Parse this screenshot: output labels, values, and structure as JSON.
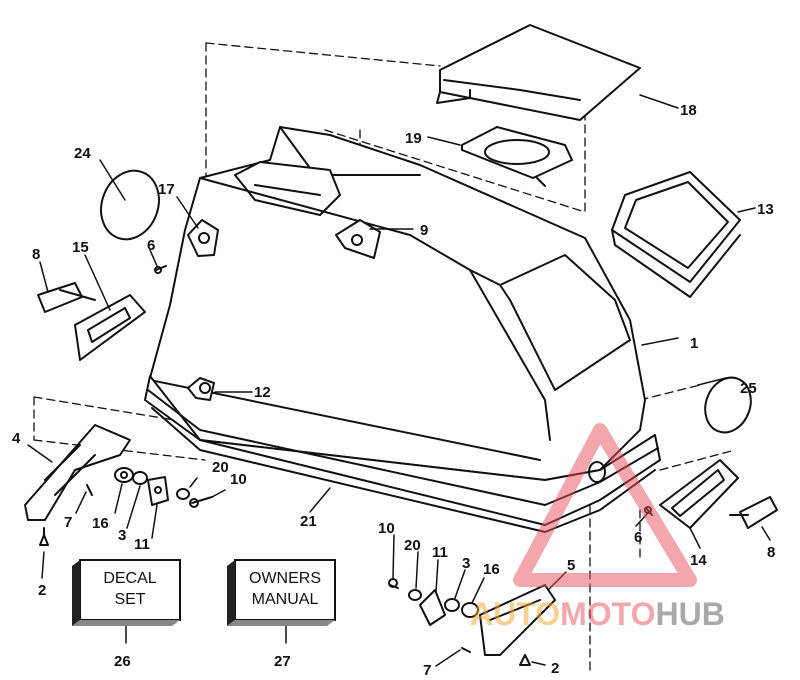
{
  "diagram": {
    "callouts": {
      "c1": "1",
      "c2a": "2",
      "c2b": "2",
      "c3a": "3",
      "c3b": "3",
      "c4": "4",
      "c5": "5",
      "c6a": "6",
      "c6b": "6",
      "c7a": "7",
      "c7b": "7",
      "c8a": "8",
      "c8b": "8",
      "c9": "9",
      "c10a": "10",
      "c10b": "10",
      "c11a": "11",
      "c11b": "11",
      "c12": "12",
      "c13": "13",
      "c14": "14",
      "c15": "15",
      "c16a": "16",
      "c16b": "16",
      "c17": "17",
      "c18": "18",
      "c19": "19",
      "c20a": "20",
      "c20b": "20",
      "c21": "21",
      "c24": "24",
      "c25": "25",
      "c26": "26",
      "c27": "27"
    },
    "decal_box": {
      "line1": "DECAL",
      "line2": "SET"
    },
    "manual_box": {
      "line1": "OWNERS",
      "line2": "MANUAL"
    }
  },
  "watermark": {
    "part1": "AUTO",
    "part2": "MOTO",
    "part3": "HUB",
    "colors": [
      "#f4a72a",
      "#e8505b",
      "#555555"
    ]
  }
}
